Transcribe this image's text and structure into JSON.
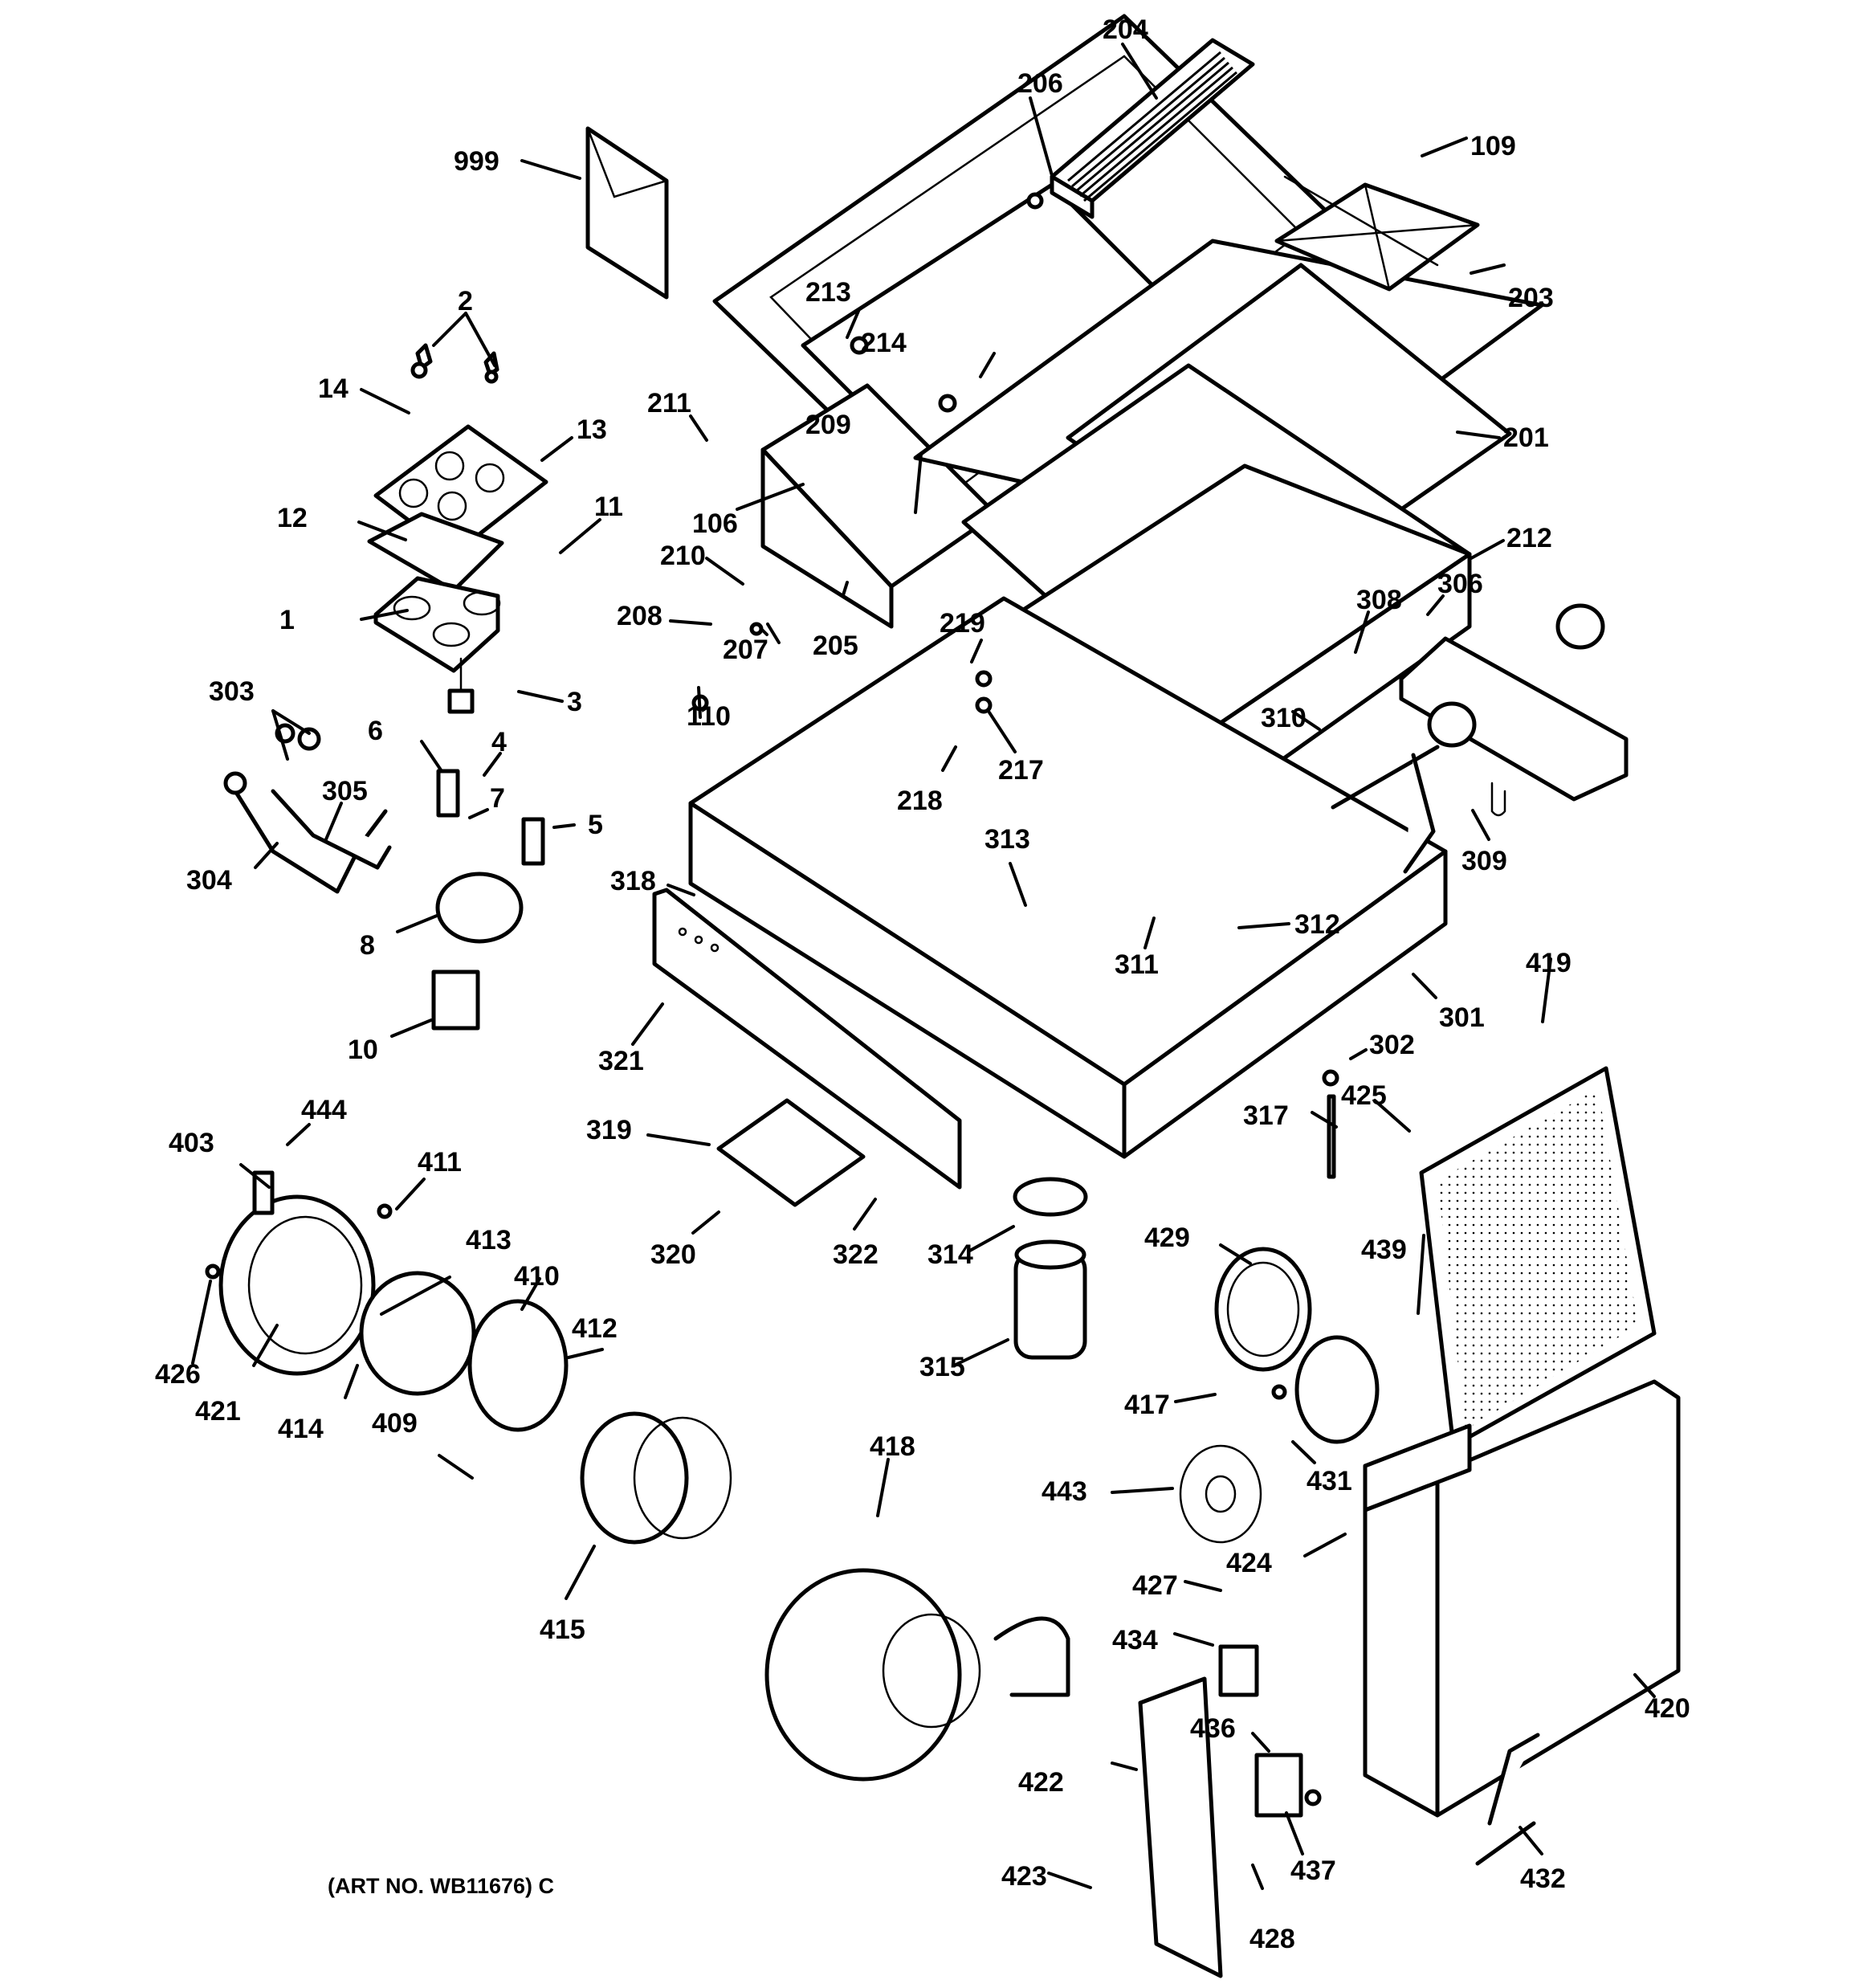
{
  "diagram": {
    "title": "Exploded parts diagram - downdraft cooktop / ventilation assembly",
    "caption": "(ART NO. WB11676) C",
    "part_labels": [
      {
        "id": "999",
        "group": "literature"
      },
      {
        "id": "2",
        "group": "controls"
      },
      {
        "id": "14",
        "group": "controls"
      },
      {
        "id": "13",
        "group": "controls"
      },
      {
        "id": "12",
        "group": "controls"
      },
      {
        "id": "11",
        "group": "controls"
      },
      {
        "id": "1",
        "group": "controls"
      },
      {
        "id": "3",
        "group": "controls"
      },
      {
        "id": "4",
        "group": "controls"
      },
      {
        "id": "5",
        "group": "controls"
      },
      {
        "id": "6",
        "group": "controls"
      },
      {
        "id": "7",
        "group": "controls"
      },
      {
        "id": "8",
        "group": "controls"
      },
      {
        "id": "10",
        "group": "controls"
      },
      {
        "id": "303",
        "group": "gas"
      },
      {
        "id": "304",
        "group": "gas"
      },
      {
        "id": "305",
        "group": "gas"
      },
      {
        "id": "204",
        "group": "cooktop"
      },
      {
        "id": "206",
        "group": "cooktop"
      },
      {
        "id": "213",
        "group": "cooktop"
      },
      {
        "id": "214",
        "group": "cooktop"
      },
      {
        "id": "211",
        "group": "cooktop"
      },
      {
        "id": "209",
        "group": "cooktop"
      },
      {
        "id": "106",
        "group": "cooktop"
      },
      {
        "id": "210",
        "group": "cooktop"
      },
      {
        "id": "208",
        "group": "cooktop"
      },
      {
        "id": "207",
        "group": "cooktop"
      },
      {
        "id": "205",
        "group": "cooktop"
      },
      {
        "id": "110",
        "group": "cooktop"
      },
      {
        "id": "219",
        "group": "cooktop"
      },
      {
        "id": "217",
        "group": "cooktop"
      },
      {
        "id": "218",
        "group": "cooktop"
      },
      {
        "id": "109",
        "group": "cooktop"
      },
      {
        "id": "203",
        "group": "cooktop"
      },
      {
        "id": "201",
        "group": "cooktop"
      },
      {
        "id": "212",
        "group": "cooktop"
      },
      {
        "id": "308",
        "group": "gas"
      },
      {
        "id": "306",
        "group": "gas"
      },
      {
        "id": "310",
        "group": "gas"
      },
      {
        "id": "309",
        "group": "gas"
      },
      {
        "id": "313",
        "group": "gas"
      },
      {
        "id": "312",
        "group": "gas"
      },
      {
        "id": "311",
        "group": "gas"
      },
      {
        "id": "318",
        "group": "gas"
      },
      {
        "id": "321",
        "group": "gas"
      },
      {
        "id": "301",
        "group": "gas"
      },
      {
        "id": "302",
        "group": "gas"
      },
      {
        "id": "317",
        "group": "gas"
      },
      {
        "id": "319",
        "group": "gas"
      },
      {
        "id": "320",
        "group": "gas"
      },
      {
        "id": "322",
        "group": "gas"
      },
      {
        "id": "314",
        "group": "gas"
      },
      {
        "id": "315",
        "group": "gas"
      },
      {
        "id": "419",
        "group": "blower"
      },
      {
        "id": "425",
        "group": "blower"
      },
      {
        "id": "403",
        "group": "blower"
      },
      {
        "id": "444",
        "group": "blower"
      },
      {
        "id": "411",
        "group": "blower"
      },
      {
        "id": "413",
        "group": "blower"
      },
      {
        "id": "426",
        "group": "blower"
      },
      {
        "id": "421",
        "group": "blower"
      },
      {
        "id": "410",
        "group": "blower"
      },
      {
        "id": "412",
        "group": "blower"
      },
      {
        "id": "414",
        "group": "blower"
      },
      {
        "id": "409",
        "group": "blower"
      },
      {
        "id": "415",
        "group": "blower"
      },
      {
        "id": "418",
        "group": "blower"
      },
      {
        "id": "429",
        "group": "blower"
      },
      {
        "id": "439",
        "group": "blower"
      },
      {
        "id": "417",
        "group": "blower"
      },
      {
        "id": "431",
        "group": "blower"
      },
      {
        "id": "443",
        "group": "blower"
      },
      {
        "id": "424",
        "group": "blower"
      },
      {
        "id": "427",
        "group": "blower"
      },
      {
        "id": "434",
        "group": "blower"
      },
      {
        "id": "436",
        "group": "blower"
      },
      {
        "id": "420",
        "group": "blower"
      },
      {
        "id": "422",
        "group": "blower"
      },
      {
        "id": "423",
        "group": "blower"
      },
      {
        "id": "437",
        "group": "blower"
      },
      {
        "id": "428",
        "group": "blower"
      },
      {
        "id": "432",
        "group": "blower"
      }
    ],
    "colors": {
      "ink": "#000000",
      "paper": "#ffffff"
    }
  }
}
